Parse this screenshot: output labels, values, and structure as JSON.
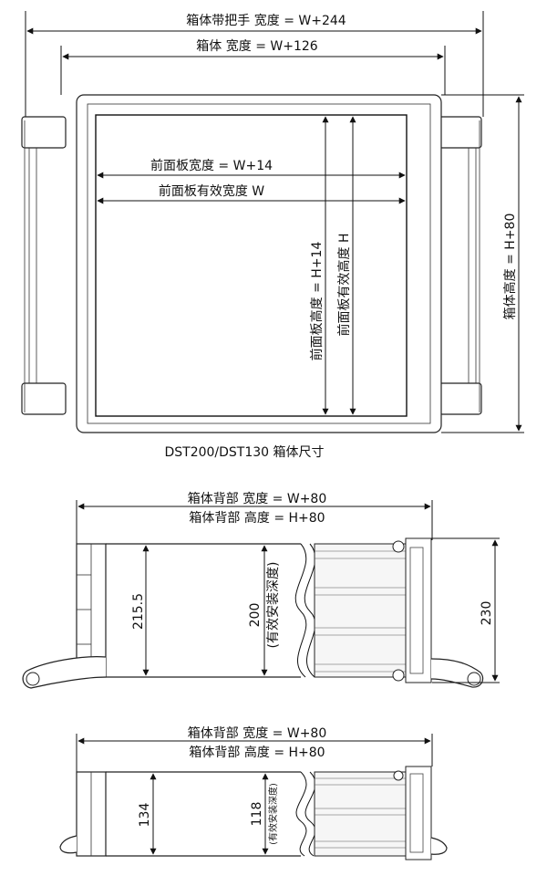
{
  "top_view": {
    "overall_width_label": "箱体带把手  宽度 = W+244",
    "body_width_label": "箱体  宽度 = W+126",
    "front_width_label": "前面板宽度  = W+14",
    "front_eff_width_label": "前面板有效宽度 W",
    "front_height_label": "前面板高度  = H+14",
    "front_eff_height_label": "前面板有效高度 H",
    "box_height_label": "箱体高度  = H+80",
    "caption": "DST200/DST130 箱体尺寸"
  },
  "side_view_1": {
    "back_width_label": "箱体背部  宽度 = W+80",
    "back_height_label": "箱体背部  高度 = H+80",
    "dim_left": "215.5",
    "dim_middle": "200",
    "dim_middle_note": "(有效安装深度)",
    "dim_right": "230"
  },
  "side_view_2": {
    "back_width_label": "箱体背部  宽度 = W+80",
    "back_height_label": "箱体背部  高度 = H+80",
    "dim_left": "134",
    "dim_middle": "118",
    "dim_middle_note": "(有效安装深度)"
  }
}
